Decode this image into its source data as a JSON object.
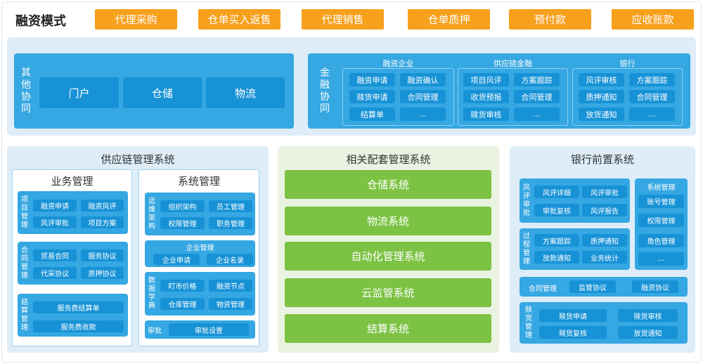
{
  "header": {
    "title": "融资模式",
    "modes": [
      "代理采购",
      "仓单买入返售",
      "代理销售",
      "仓单质押",
      "预付款",
      "应收账款"
    ]
  },
  "top": {
    "other": {
      "label": "其他协同",
      "items": [
        "门户",
        "仓储",
        "物流"
      ]
    },
    "finance": {
      "label": "金融协同",
      "groups": [
        {
          "title": "融资企业",
          "items": [
            "融资申请",
            "融资确认",
            "赎货申请",
            "合同管理",
            "结算单",
            "..."
          ]
        },
        {
          "title": "供应链金融",
          "items": [
            "项目风评",
            "方案跟踪",
            "收货预报",
            "合同管理",
            "赎货审核",
            "..."
          ]
        },
        {
          "title": "银行",
          "items": [
            "风评审核",
            "方案跟踪",
            "质押通知",
            "合同管理",
            "放货通知",
            "..."
          ]
        }
      ]
    }
  },
  "scm": {
    "title": "供应链管理系统",
    "business": {
      "title": "业务管理",
      "blocks": [
        {
          "label": "项目管理",
          "items": [
            "融资申请",
            "融资风评",
            "风评审批",
            "项目方案"
          ]
        },
        {
          "label": "合同管理",
          "items": [
            "贸易合同",
            "服务协议",
            "代采协议",
            "质押协议"
          ]
        },
        {
          "label": "结算管理",
          "items": [
            "服务费结算单",
            "服务费收款"
          ]
        }
      ]
    },
    "system": {
      "title": "系统管理",
      "ops": {
        "label": "运维架构",
        "items": [
          "组织架构",
          "员工管理",
          "权限管理",
          "职务管理"
        ]
      },
      "enterprise": {
        "label": "企业管理",
        "items": [
          "企业申请",
          "企业名录"
        ]
      },
      "dict": {
        "label": "数据字典",
        "items": [
          "盯市价格",
          "融资节点",
          "仓库管理",
          "物资管理"
        ]
      },
      "approval": {
        "label": "审批",
        "items": [
          "审批设置"
        ]
      }
    }
  },
  "support": {
    "title": "相关配套管理系统",
    "items": [
      "仓储系统",
      "物流系统",
      "自动化管理系统",
      "云监管系统",
      "结算系统"
    ]
  },
  "bank": {
    "title": "银行前置系统",
    "risk": {
      "label": "风评审批",
      "items": [
        "风评详细",
        "风评审批",
        "审批复核",
        "风评报告"
      ]
    },
    "process": {
      "label": "过程管理",
      "items": [
        "方案跟踪",
        "质押通知",
        "放款通知",
        "业务统计"
      ]
    },
    "sys": {
      "label": "系统管理",
      "items": [
        "账号管理",
        "权限管理",
        "角色管理",
        "..."
      ]
    },
    "contract": {
      "label": "合同管理",
      "items": [
        "监管协议",
        "融资协议"
      ]
    },
    "redeem": {
      "label": "赎货管理",
      "items": [
        "赎货申请",
        "赎货审核",
        "赎货复核",
        "放货通知"
      ]
    }
  }
}
